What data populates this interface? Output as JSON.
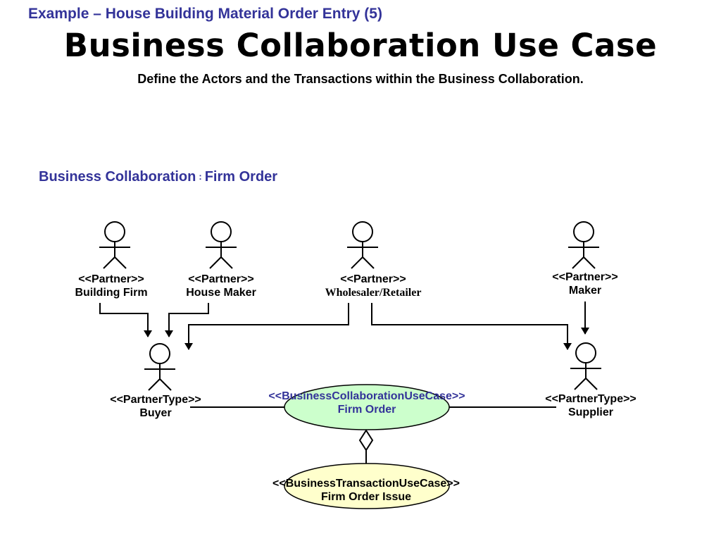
{
  "header": {
    "example_title": "Example – House Building Material Order Entry (5)",
    "main_title": "Business Collaboration Use Case",
    "subtitle": "Define the Actors and the Transactions within the Business Collaboration."
  },
  "collaboration": {
    "label": "Business Collaboration",
    "separator": ":",
    "name": "Firm Order"
  },
  "actors": [
    {
      "stereotype": "<<Partner>>",
      "name": "Building Firm"
    },
    {
      "stereotype": "<<Partner>>",
      "name": "House Maker"
    },
    {
      "stereotype": "<<Partner>>",
      "name": "Wholesaler/Retailer"
    },
    {
      "stereotype": "<<Partner>>",
      "name": "Maker"
    },
    {
      "stereotype": "<<PartnerType>>",
      "name": "Buyer"
    },
    {
      "stereotype": "<<PartnerType>>",
      "name": "Supplier"
    }
  ],
  "use_cases": {
    "collaboration": {
      "stereotype": "<<BusinessCollaborationUseCase>>",
      "name": "Firm Order",
      "fill": "#ccffcc"
    },
    "transaction": {
      "stereotype": "<<BusinessTransactionUseCase>>",
      "name": "Firm Order Issue",
      "fill": "#ffffcc"
    }
  },
  "colors": {
    "accent": "#333399",
    "line": "#000000"
  }
}
